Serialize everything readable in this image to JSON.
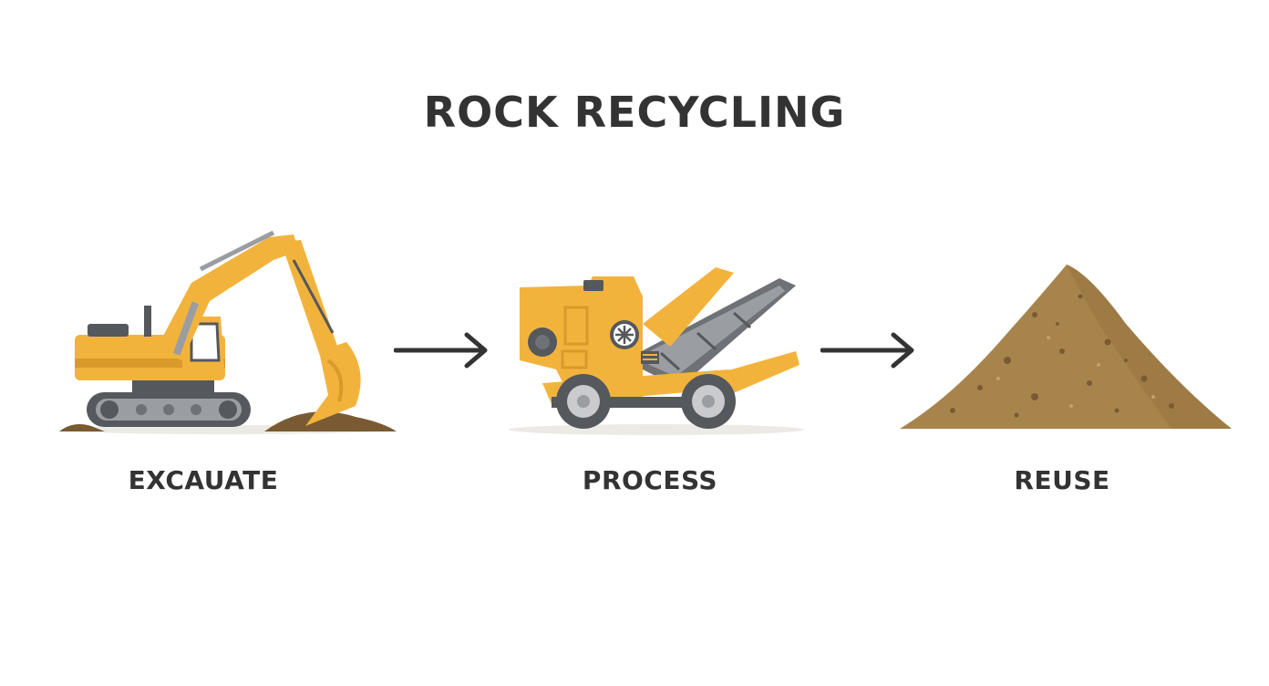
{
  "title": "ROCK RECYCLING",
  "colors": {
    "text": "#333333",
    "machine_yellow": "#F2B33D",
    "machine_dark": "#55585C",
    "wheel_gray": "#9A9DA2",
    "soil": "#A8844D",
    "soil_dark": "#7A5A32"
  },
  "steps": [
    {
      "label": "EXCAUATE",
      "icon": "excavator-icon"
    },
    {
      "label": "PROCESS",
      "icon": "crusher-icon"
    },
    {
      "label": "REUSE",
      "icon": "gravel-pile-icon"
    }
  ],
  "connectors": [
    "arrow-right-icon",
    "arrow-right-icon"
  ]
}
